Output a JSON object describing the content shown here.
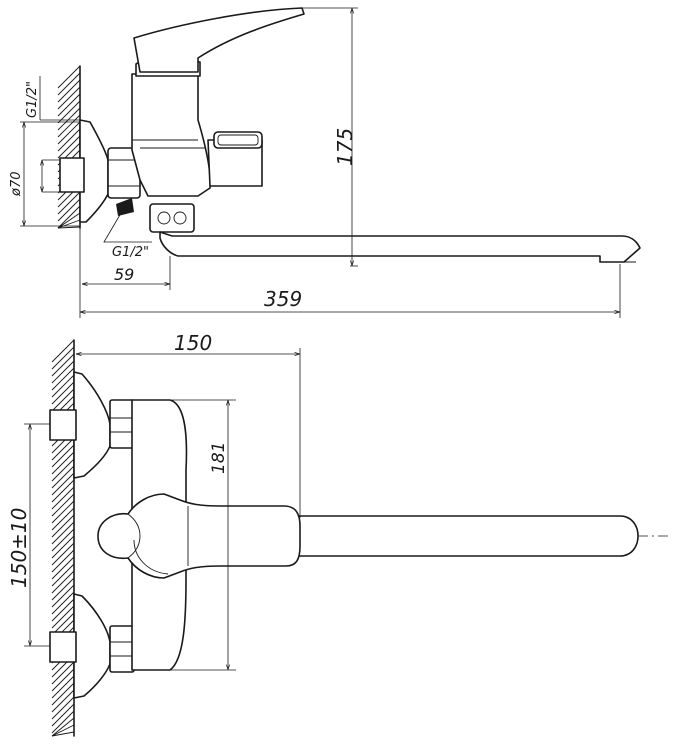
{
  "side_view": {
    "dims": {
      "connection_top": "G1/2\"",
      "flange_dia": "ø70",
      "connection_bottom": "G1/2\"",
      "spout_offset": "59",
      "total_length": "359",
      "height": "175"
    }
  },
  "top_view": {
    "dims": {
      "body_width": "150",
      "body_height": "181",
      "centers": "150±10"
    }
  }
}
